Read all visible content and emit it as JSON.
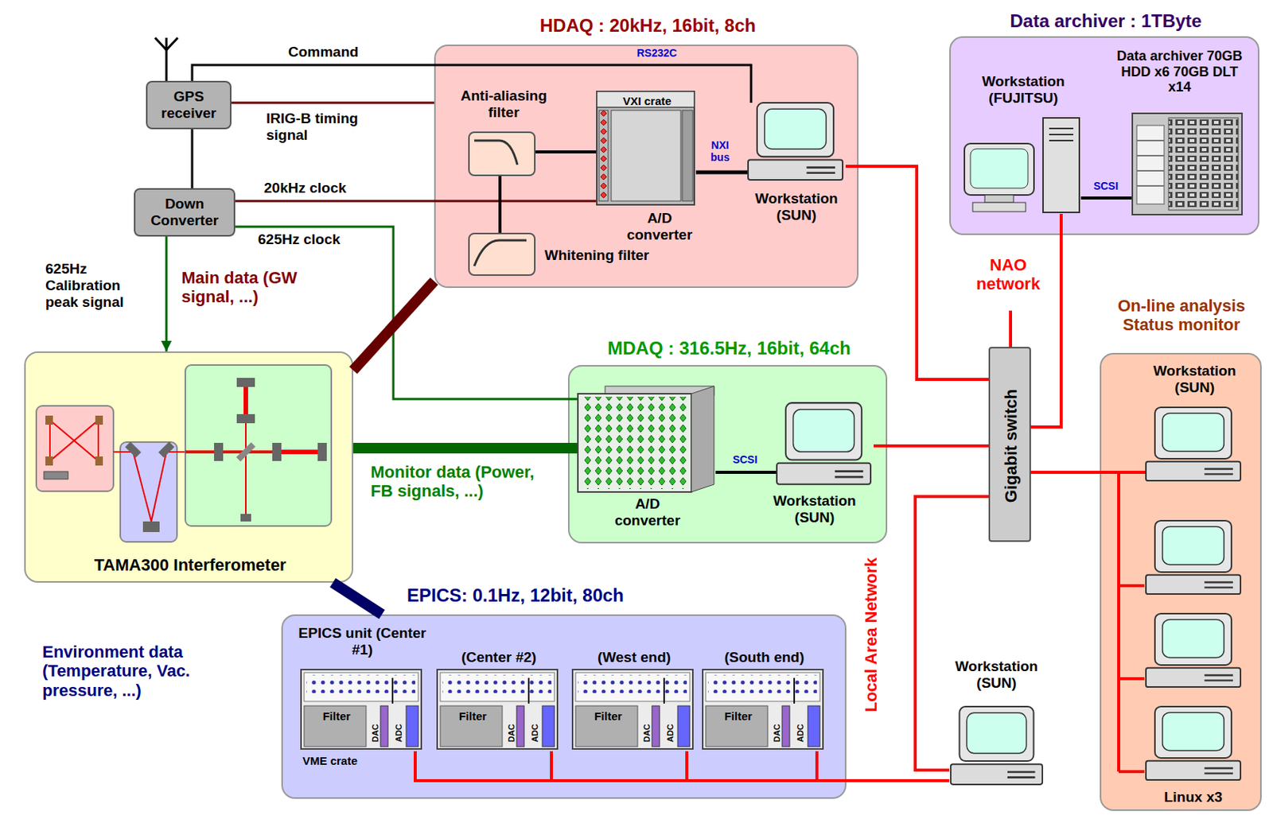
{
  "diagram": {
    "nodes": [
      {
        "text": [
          "GPS receiver"
        ]
      },
      {
        "text": [
          "Down Converter"
        ]
      },
      {
        "text": [
          "HDAQ : 20kHz, 16bit, 8ch"
        ]
      },
      {
        "text": [
          "Anti-aliasing filter"
        ],
        "in": 2
      },
      {
        "text": [
          "Whitening filter"
        ],
        "in": 2
      },
      {
        "text": [
          "VXI crate",
          "A/D converter"
        ],
        "in": 2
      },
      {
        "text": [
          "Workstation (SUN)"
        ],
        "in": 2
      },
      {
        "text": [
          "Data archiver : 1TByte"
        ]
      },
      {
        "text": [
          "Workstation (FUJITSU)"
        ],
        "in": 7
      },
      {
        "text": [
          "Data archiver 70GB HDD x6 70GB DLT x14"
        ],
        "in": 7
      },
      {
        "text": [
          "TAMA300 Interferometer"
        ]
      },
      {
        "text": [
          "MDAQ : 316.5Hz, 16bit, 64ch"
        ]
      },
      {
        "text": [
          "A/D converter"
        ],
        "in": 11
      },
      {
        "text": [
          "Workstation (SUN)"
        ],
        "in": 11
      },
      {
        "text": [
          "EPICS: 0.1Hz, 12bit, 80ch"
        ]
      },
      {
        "text": [
          "EPICS unit (Center #1)",
          "Filter",
          "DAC",
          "ADC"
        ],
        "in": 14
      },
      {
        "text": [
          "(Center #2)",
          "Filter",
          "DAC",
          "ADC"
        ],
        "in": 14
      },
      {
        "text": [
          "(West end)",
          "Filter",
          "DAC",
          "ADC"
        ],
        "in": 14
      },
      {
        "text": [
          "(South end)",
          "Filter",
          "DAC",
          "ADC"
        ],
        "in": 14
      },
      {
        "text": [
          "Gigabit switch"
        ]
      },
      {
        "text": [
          "Workstation (SUN)"
        ]
      },
      {
        "text": [
          "On-line analysis Status monitor"
        ]
      },
      {
        "text": [
          "Workstation (SUN)"
        ],
        "in": 21
      }
    ],
    "edges": [
      {
        "from": 0,
        "to": 6,
        "arrow": "none",
        "label": "Command"
      },
      {
        "from": 0,
        "to": 2,
        "arrow": "none",
        "label": "IRIG-B timing signal"
      },
      {
        "from": 0,
        "to": 1,
        "arrow": "none"
      },
      {
        "from": 1,
        "to": 5,
        "arrow": "none",
        "label": "20kHz clock"
      },
      {
        "from": 1,
        "to": 12,
        "arrow": "none",
        "label": "625Hz clock"
      },
      {
        "from": 1,
        "to": 10,
        "arrow": "to",
        "label": "625Hz Calibration peak signal"
      },
      {
        "from": 10,
        "to": 2,
        "arrow": "none",
        "label": "Main data (GW signal, ...)"
      },
      {
        "from": 10,
        "to": 12,
        "arrow": "none",
        "label": "Monitor data (Power, FB signals, ...)"
      },
      {
        "from": 10,
        "to": 14,
        "arrow": "none",
        "label": "Environment data (Temperature, Vac. pressure, ...)"
      },
      {
        "from": 3,
        "to": 5,
        "arrow": "none"
      },
      {
        "from": 3,
        "to": 4,
        "arrow": "none"
      },
      {
        "from": 5,
        "to": 6,
        "arrow": "none",
        "label": "NXI bus"
      },
      {
        "from": 12,
        "to": 13,
        "arrow": "none",
        "label": "SCSI"
      },
      {
        "from": 8,
        "to": 9,
        "arrow": "none",
        "label": "SCSI"
      },
      {
        "from": 6,
        "to": 19,
        "arrow": "none"
      },
      {
        "from": 13,
        "to": 19,
        "arrow": "none"
      },
      {
        "from": 8,
        "to": 19,
        "arrow": "none"
      },
      {
        "from": 19,
        "to": 22,
        "arrow": "none"
      },
      {
        "from": 19,
        "to": 20,
        "arrow": "none",
        "label": "Local Area Network"
      },
      {
        "from": 15,
        "to": 20,
        "arrow": "none"
      },
      {
        "from": 16,
        "to": 20,
        "arrow": "none"
      },
      {
        "from": 17,
        "to": 20,
        "arrow": "none"
      },
      {
        "from": 18,
        "to": 20,
        "arrow": "none"
      }
    ],
    "labels": [
      "RS232C",
      "NAO network",
      "VME crate",
      "Linux x3"
    ]
  }
}
